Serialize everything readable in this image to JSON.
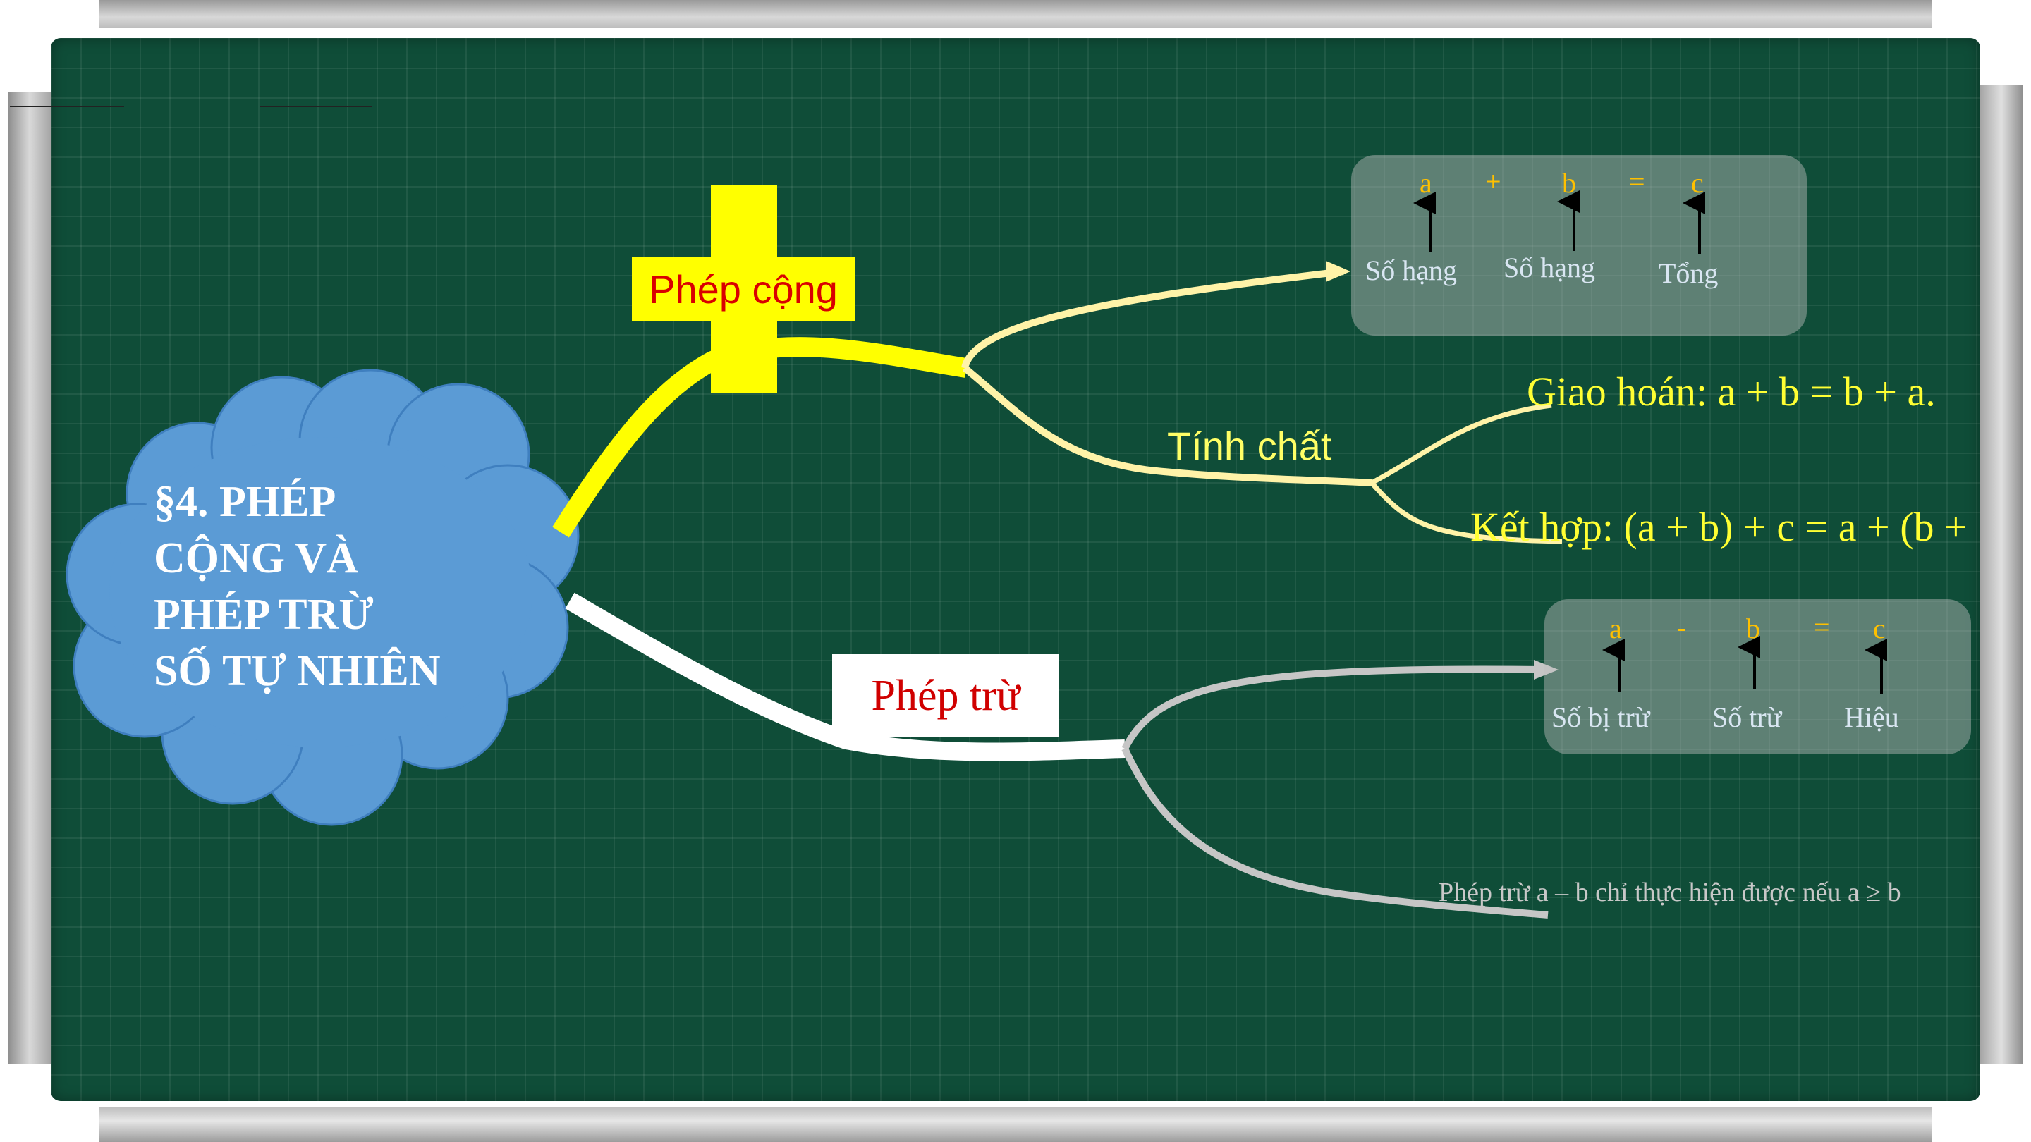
{
  "title": [
    "§4. PHÉP",
    "CỘNG VÀ",
    "PHÉP TRỪ",
    "SỐ TỰ NHIÊN"
  ],
  "addition": {
    "label": "Phép cộng",
    "equation": {
      "a": "a",
      "plus": "+",
      "b": "b",
      "eq": "=",
      "c": "c"
    },
    "captions": {
      "addend1": "Số hạng",
      "addend2": "Số hạng",
      "sum": "Tổng"
    },
    "properties_label": "Tính chất",
    "commutative": "Giao hoán: a + b = b + a.",
    "associative": "Kết hợp: (a + b) + c = a + (b +"
  },
  "subtraction": {
    "label": "Phép trừ",
    "equation": {
      "a": "a",
      "minus": "-",
      "b": "b",
      "eq": "=",
      "c": "c"
    },
    "captions": {
      "minuend": "Số bị trừ",
      "subtrahend": "Số  trừ",
      "difference": "Hiệu"
    },
    "condition": "Phép trừ a – b chỉ thực hiện được nếu a ≥  b"
  },
  "colors": {
    "board": "#0f4d38",
    "cloud": "#5b9bd5",
    "addition_branch": "#ffff00",
    "subtraction_branch": "#ffffff",
    "equation": "#ffc000",
    "caption": "#d9e6f2"
  }
}
